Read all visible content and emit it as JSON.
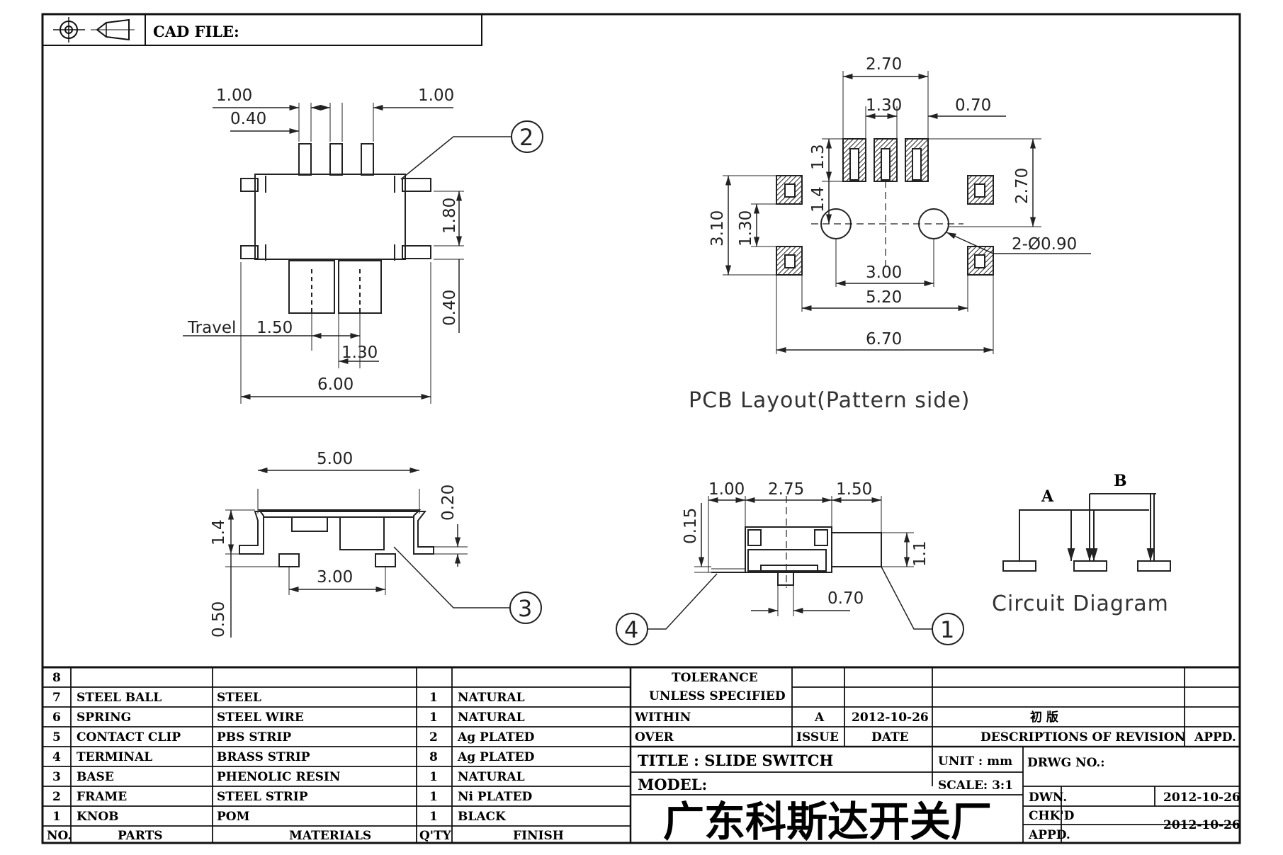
{
  "cad_file_label": "CAD FILE:",
  "pcb_caption": "PCB Layout(Pattern side)",
  "circuit_caption": "Circuit Diagram",
  "circuit_labels": {
    "a": "A",
    "b": "B"
  },
  "top_view": {
    "d_100_left": "1.00",
    "d_040": "0.40",
    "d_100_right": "1.00",
    "d_180": "1.80",
    "d_040_right": "0.40",
    "travel": "Travel",
    "d_150": "1.50",
    "d_130": "1.30",
    "d_600": "6.00"
  },
  "pcb": {
    "d_270_top": "2.70",
    "d_130_top": "1.30",
    "d_070": "0.70",
    "d_13": "1.3",
    "d_14": "1.4",
    "d_270_right": "2.70",
    "d_310": "3.10",
    "d_130_left": "1.30",
    "d_holes": "2-Ø0.90",
    "d_300": "3.00",
    "d_520": "5.20",
    "d_670": "6.70"
  },
  "side_view": {
    "d_500": "5.00",
    "d_020": "0.20",
    "d_14": "1.4",
    "d_300": "3.00",
    "d_050": "0.50"
  },
  "end_view": {
    "d_015": "0.15",
    "d_100": "1.00",
    "d_275": "2.75",
    "d_150": "1.50",
    "d_11": "1.1",
    "d_070": "0.70"
  },
  "balloons": {
    "b1": "1",
    "b2": "2",
    "b3": "3",
    "b4": "4"
  },
  "bom": {
    "headers": {
      "no": "NO.",
      "parts": "PARTS",
      "materials": "MATERIALS",
      "qty": "Q'TY",
      "finish": "FINISH"
    },
    "rows": [
      {
        "no": "8",
        "part": "",
        "material": "",
        "qty": "",
        "finish": ""
      },
      {
        "no": "7",
        "part": "STEEL BALL",
        "material": "STEEL",
        "qty": "1",
        "finish": "NATURAL"
      },
      {
        "no": "6",
        "part": "SPRING",
        "material": "STEEL WIRE",
        "qty": "1",
        "finish": "NATURAL"
      },
      {
        "no": "5",
        "part": "CONTACT CLIP",
        "material": "PBS STRIP",
        "qty": "2",
        "finish": "Ag PLATED"
      },
      {
        "no": "4",
        "part": "TERMINAL",
        "material": "BRASS STRIP",
        "qty": "8",
        "finish": "Ag PLATED"
      },
      {
        "no": "3",
        "part": "BASE",
        "material": "PHENOLIC RESIN",
        "qty": "1",
        "finish": "NATURAL"
      },
      {
        "no": "2",
        "part": "FRAME",
        "material": "STEEL STRIP",
        "qty": "1",
        "finish": "Ni PLATED"
      },
      {
        "no": "1",
        "part": "KNOB",
        "material": "POM",
        "qty": "1",
        "finish": "BLACK"
      }
    ]
  },
  "title_block": {
    "tolerance": "TOLERANCE",
    "unless": "UNLESS  SPECIFIED",
    "within": "WITHIN",
    "over": "OVER",
    "issue_value": "A",
    "date_value": "2012-10-26",
    "revision_desc": "初 版",
    "issue_label": "ISSUE",
    "date_label": "DATE",
    "descriptions_label": "DESCRIPTIONS OF REVISION",
    "appd_label": "APPD.",
    "title": "TITLE : SLIDE SWITCH",
    "unit": "UNIT :  mm",
    "drwg_no": "DRWG NO.:",
    "model": "MODEL:",
    "scale": "SCALE:  3:1",
    "dwn_label": "DWN.",
    "dwn_date": "2012-10-26",
    "company": "广东科斯达开关厂",
    "chkd_label": "CHK'D",
    "chkd_date": "2012-10-26",
    "appd_label2": "APPD."
  }
}
